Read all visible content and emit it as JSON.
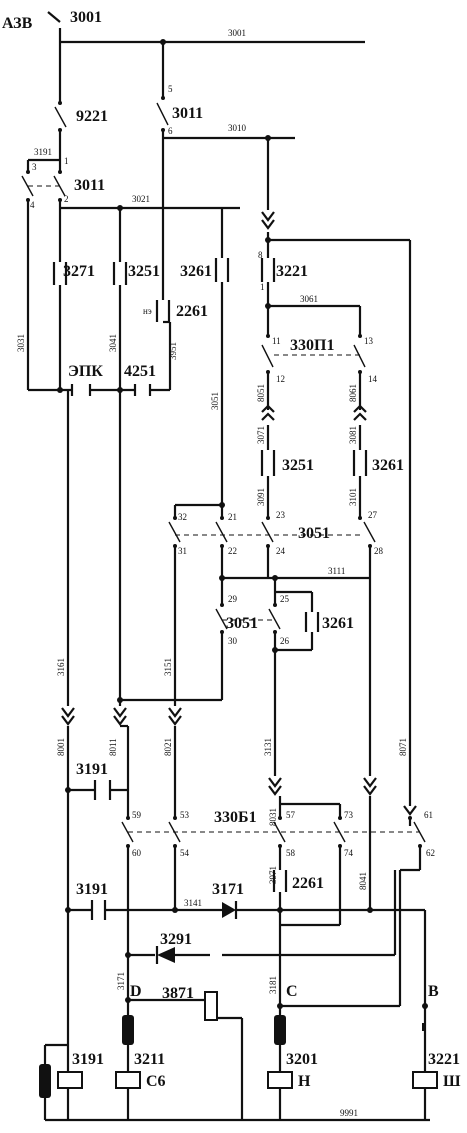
{
  "labels": {
    "azv": "АЗВ",
    "epk": "ЭПК",
    "ne": "нэ",
    "node_d": "D",
    "node_c": "C",
    "node_b": "B"
  },
  "devices": {
    "d3001": "3001",
    "d9221": "9221",
    "d3011a": "3011",
    "d3011b": "3011",
    "d3271": "3271",
    "d3251a": "3251",
    "d3261a": "3261",
    "d2261a": "2261",
    "d4251": "4251",
    "d3221a": "3221",
    "d330p1": "330П1",
    "d3251b": "3251",
    "d3261b": "3261",
    "d3051a": "3051",
    "d3051b": "3051",
    "d3261c": "3261",
    "d3191a": "3191",
    "d330b1": "330Б1",
    "d3191b": "3191",
    "d3171": "3171",
    "d2261b": "2261",
    "d3291": "3291",
    "d3871": "3871",
    "d3191c": "3191",
    "d3211": "3211",
    "d3201": "3201",
    "d3221b": "3221",
    "c6": "С6",
    "h": "Н",
    "sh": "Ш"
  },
  "wires": {
    "w3001": "3001",
    "w3010": "3010",
    "w3021": "3021",
    "w3191": "3191",
    "w3061": "3061",
    "w3031": "3031",
    "w3041": "3041",
    "w3951": "3951",
    "w3051": "3051",
    "w8051": "8051",
    "w8061": "8061",
    "w3071": "3071",
    "w3081": "3081",
    "w3091": "3091",
    "w3101": "3101",
    "w3111": "3111",
    "w3161": "3161",
    "w3151": "3151",
    "w3131": "3131",
    "w8071": "8071",
    "w8001": "8001",
    "w8011": "8011",
    "w8021": "8021",
    "w8031": "8031",
    "w3971": "3971",
    "w8041": "8041",
    "w3141": "3141",
    "w3171": "3171",
    "w3181": "3181",
    "w9991": "9991"
  },
  "terminals": {
    "t5": "5",
    "t6": "6",
    "t3": "3",
    "t1": "1",
    "t4": "4",
    "t2": "2",
    "t8": "8",
    "t1b": "1",
    "t11": "11",
    "t13": "13",
    "t12": "12",
    "t14": "14",
    "t23": "23",
    "t27": "27",
    "t32": "32",
    "t21": "21",
    "t31": "31",
    "t22": "22",
    "t24": "24",
    "t28": "28",
    "t29": "29",
    "t25": "25",
    "t30": "30",
    "t26": "26",
    "t59": "59",
    "t53": "53",
    "t57": "57",
    "t73": "73",
    "t61": "61",
    "t60": "60",
    "t54": "54",
    "t58": "58",
    "t74": "74",
    "t62": "62"
  }
}
